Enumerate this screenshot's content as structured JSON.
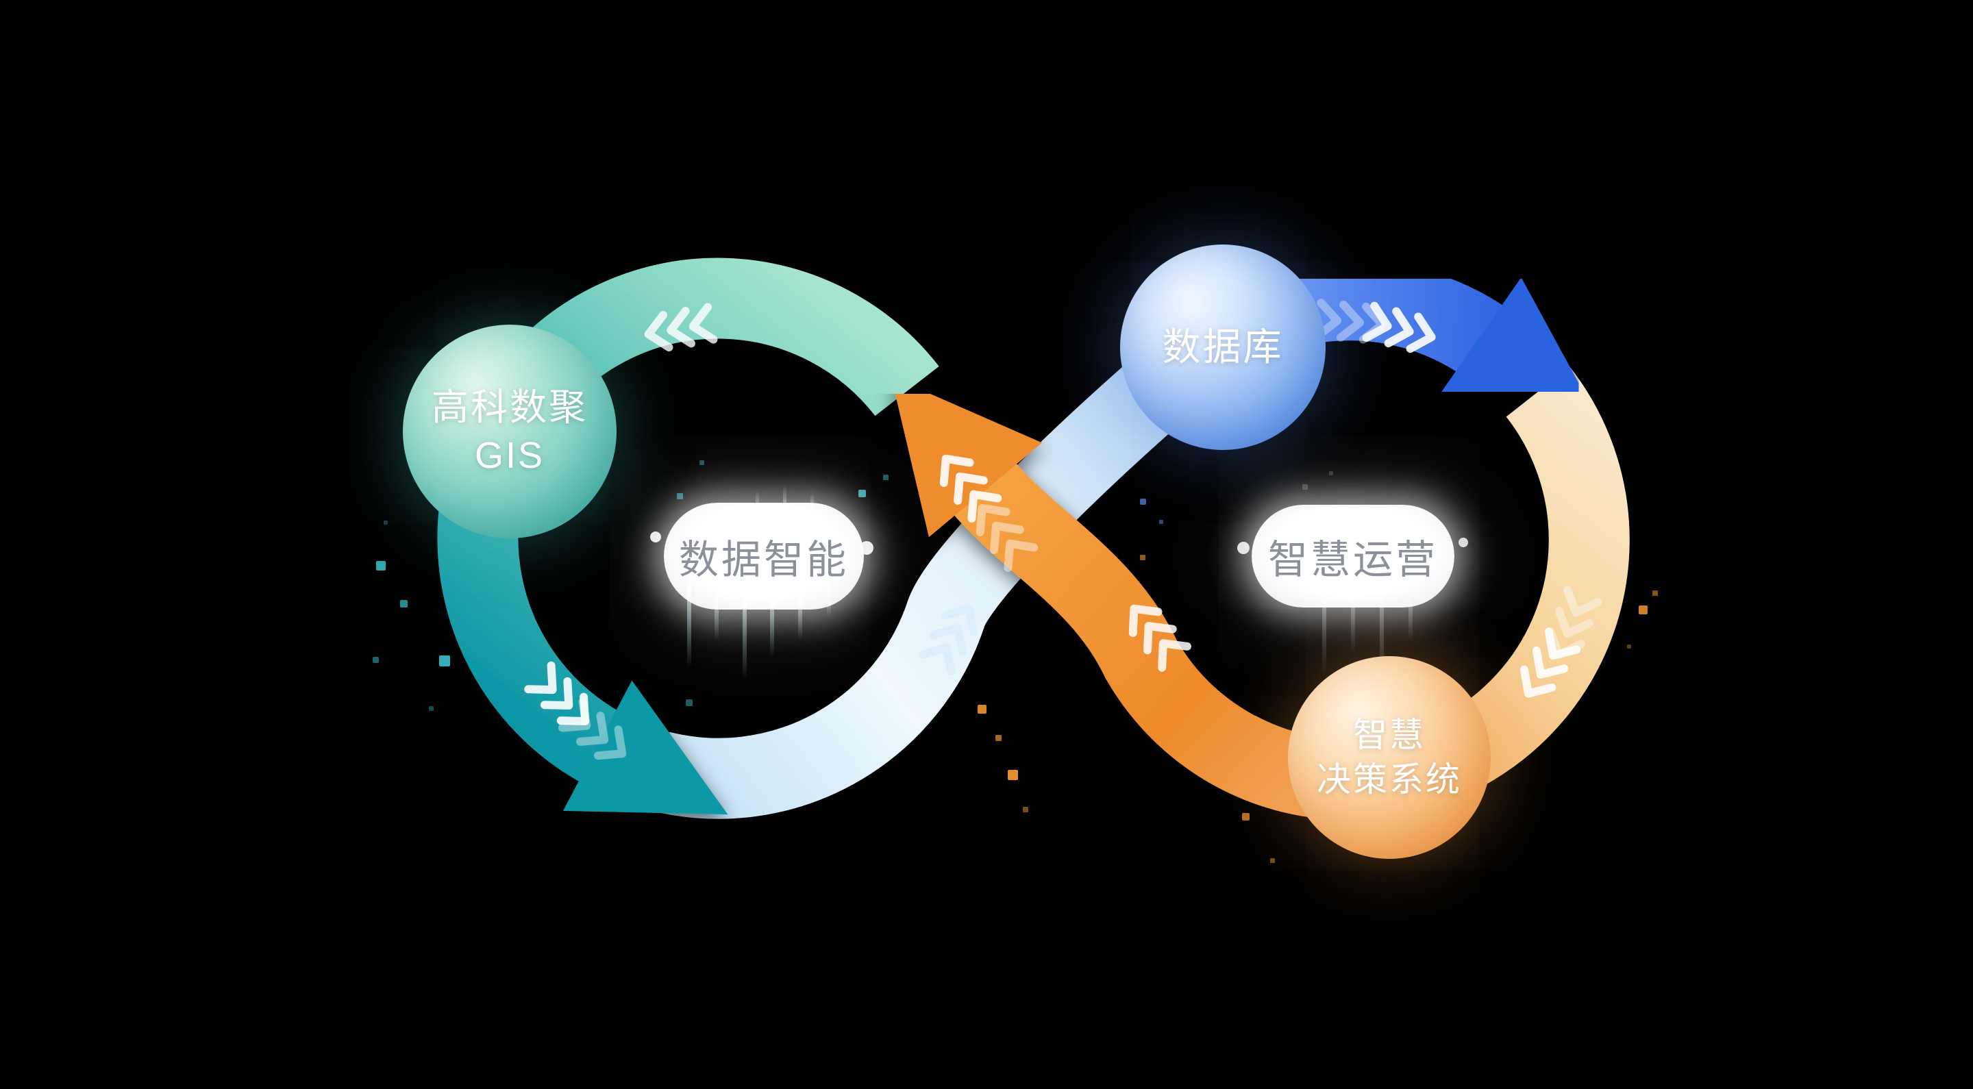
{
  "nodes": {
    "gis": {
      "line1": "高科数聚",
      "line2": "GIS"
    },
    "database": {
      "label": "数据库"
    },
    "decision_system": {
      "line1": "智慧",
      "line2": "决策系统"
    }
  },
  "loop_labels": {
    "left": "数据智能",
    "right": "智慧运营"
  },
  "colors": {
    "background": "#000000",
    "teal_arc": "#2aa9ab",
    "pale_arc": "#d9ecf9",
    "blue_arc": "#3a74e8",
    "tan_arc": "#f6d9a8",
    "orange_arc": "#f0922f",
    "node_gis": "#5bbfb2",
    "node_database": "#4e8ae6",
    "node_decision": "#f09a45",
    "pill_background": "#ffffff",
    "pill_text": "#8b919b",
    "node_text": "#ffffff"
  }
}
